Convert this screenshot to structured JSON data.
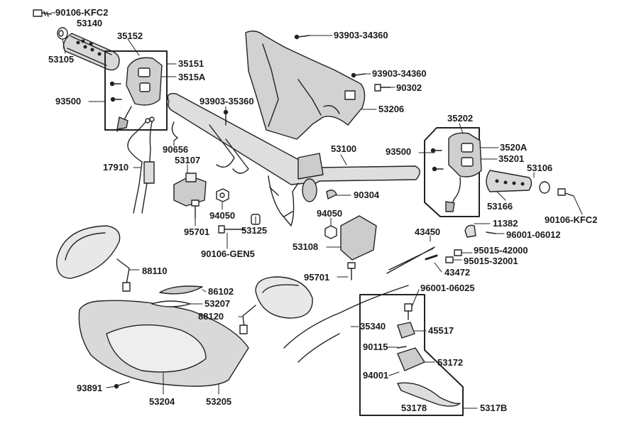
{
  "diagram": {
    "labels": {
      "p90106_kfc2_a": "90106-KFC2",
      "p53140": "53140",
      "p53105": "53105",
      "p35152": "35152",
      "p35151": "35151",
      "p3515a": "3515A",
      "p93500_a": "93500",
      "p93903_34360_a": "93903-34360",
      "p93903_34360_b": "93903-34360",
      "p90302": "90302",
      "p53206": "53206",
      "p93903_35360": "93903-35360",
      "p90656": "90656",
      "p53107": "53107",
      "p17910": "17910",
      "p53100": "53100",
      "p35202": "35202",
      "p93500_b": "93500",
      "p3520a": "3520A",
      "p35201": "35201",
      "p53106": "53106",
      "p90304": "90304",
      "p94050_a": "94050",
      "p94050_b": "94050",
      "p53166": "53166",
      "p90106_kfc2_b": "90106-KFC2",
      "p95701_a": "95701",
      "p53125": "53125",
      "p90106_gen5": "90106-GEN5",
      "p43450": "43450",
      "p11382": "11382",
      "p96001_06012": "96001-06012",
      "p53108": "53108",
      "p95015_42000": "95015-42000",
      "p95015_32001": "95015-32001",
      "p43472": "43472",
      "p88110": "88110",
      "p95701_b": "95701",
      "p86102": "86102",
      "p53207": "53207",
      "p88120": "88120",
      "p96001_06025": "96001-06025",
      "p35340": "35340",
      "p45517": "45517",
      "p90115": "90115",
      "p53172": "53172",
      "p94001": "94001",
      "p93891": "93891",
      "p53204": "53204",
      "p53205": "53205",
      "p53178": "53178",
      "p5317b": "5317B"
    }
  }
}
